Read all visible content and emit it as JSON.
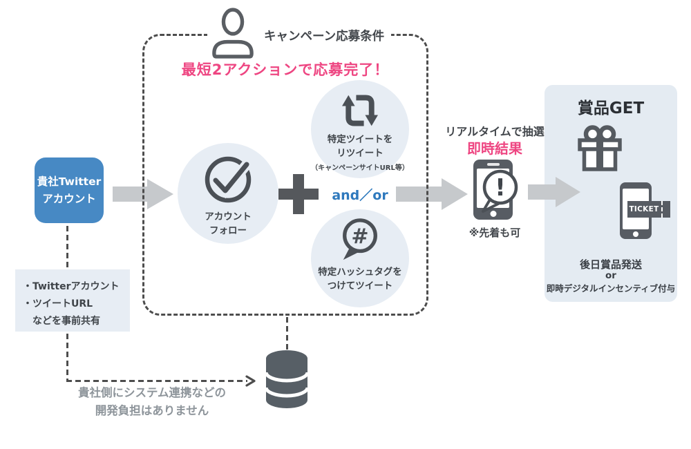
{
  "source_box": {
    "line1": "貴社Twitter",
    "line2": "アカウント"
  },
  "preshare": {
    "lines": [
      "・Twitterアカウント",
      "・ツイートURL",
      "　などを事前共有"
    ]
  },
  "frame": {
    "title": "キャンペーン応募条件",
    "headline": "最短2アクションで応募完了！",
    "follow": {
      "line1": "アカウント",
      "line2": "フォロー"
    },
    "retweet": {
      "line1": "特定ツイートを",
      "line2": "リツイート",
      "note": "（キャンペーンサイトURL等）"
    },
    "andor": "and／or",
    "hashtag": {
      "glyph": "#",
      "line1": "特定ハッシュタグを",
      "line2": "つけてツイート"
    }
  },
  "lottery": {
    "line1": "リアルタイムで抽選",
    "line2": "即時結果",
    "bubble_mark": "!",
    "note": "※先着も可"
  },
  "prize": {
    "title": "賞品GET",
    "ticket_label": "TICKET",
    "lines": [
      "後日賞品発送",
      "or",
      "即時デジタルインセンティブ付与"
    ]
  },
  "bottom_note": {
    "line1": "貴社側にシステム連携などの",
    "line2": "開発負担はありません"
  },
  "colors": {
    "brand_blue": "#4789c4",
    "accent_pink": "#ee4682",
    "andor_blue": "#2e79bd",
    "icon_dark": "#4b5056",
    "panel_light_blue": "#e7edf4",
    "arrow_gray": "#c6c9cc",
    "dash_gray": "#4d4d4d",
    "muted_note_gray": "#8e959b"
  }
}
